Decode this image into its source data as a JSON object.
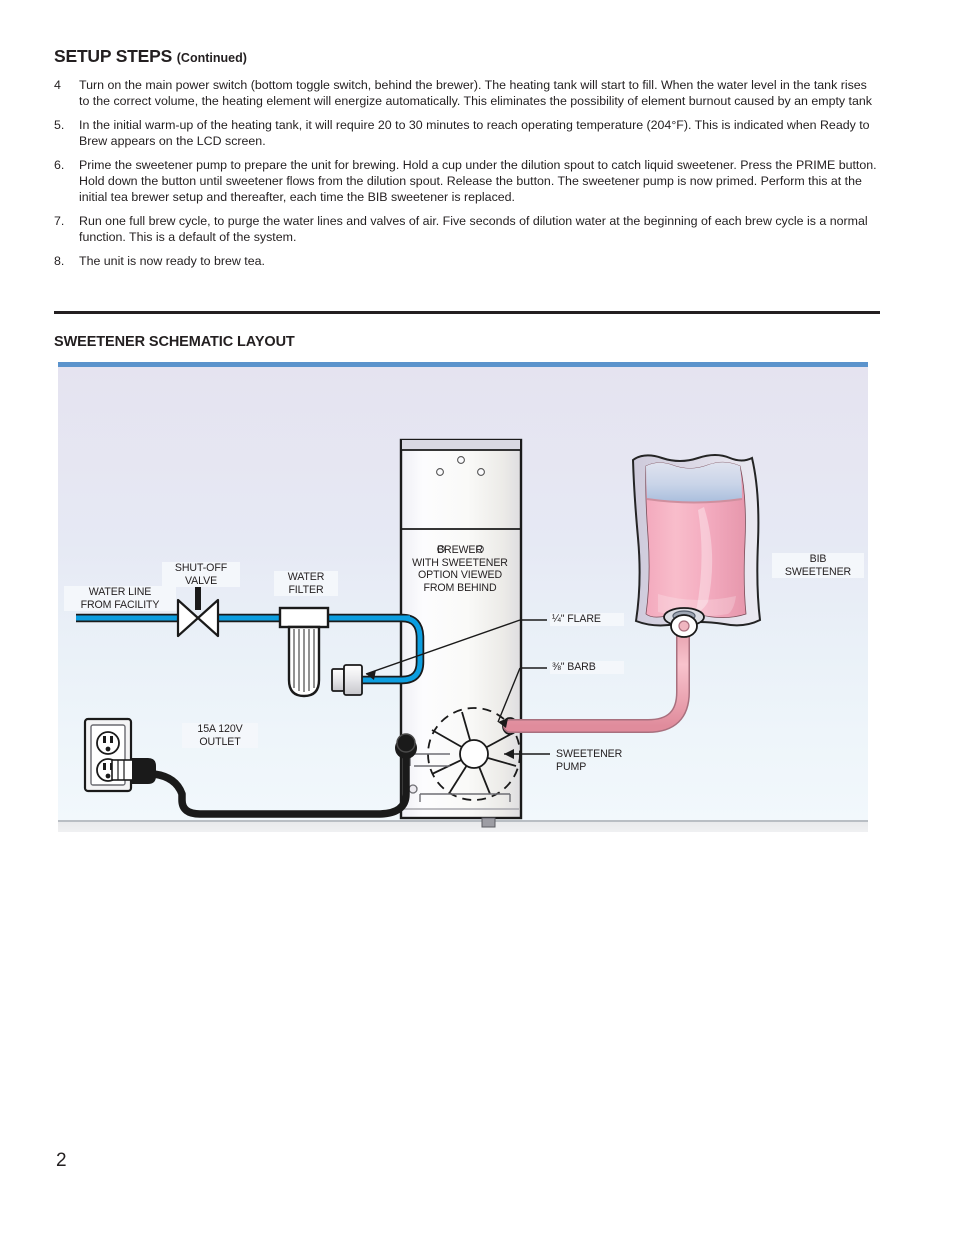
{
  "header": {
    "title": "SETUP STEPS",
    "continued": "(Continued)"
  },
  "steps": [
    {
      "num": "4",
      "text": "Turn on the main power switch (bottom toggle switch, behind the brewer). The heating tank will start to fill.  When the water level in the tank rises to the correct volume, the heating element will energize automatically. This eliminates the possibility of element burnout caused by an empty tank"
    },
    {
      "num": "5.",
      "text": "In the initial warm-up of the heating tank, it will require 20 to 30 minutes to reach operating temperature (204°F). This is indicated when Ready to Brew appears on the LCD screen."
    },
    {
      "num": "6.",
      "text": "Prime the sweetener pump to prepare the unit for brewing. Hold a cup under the dilution spout to catch liquid sweetener. Press the PRIME button. Hold down the button until sweetener flows from the dilution spout. Release the button. The sweetener pump is now primed. Perform this at the initial tea brewer setup and thereafter, each time the BIB sweetener is replaced."
    },
    {
      "num": "7.",
      "text": "Run one full brew cycle, to purge the water lines and valves of air. Five seconds of dilution water at the beginning of each brew cycle is a normal function. This is a default of the system."
    },
    {
      "num": "8.",
      "text": "The unit is now ready to brew tea."
    }
  ],
  "diagram": {
    "title": "SWEETENER SCHEMATIC LAYOUT",
    "labels": {
      "water_line": "WATER LINE\nFROM FACILITY",
      "shutoff_valve": "SHUT-OFF\nVALVE",
      "water_filter": "WATER\nFILTER",
      "brewer": "BREWER\nWITH SWEETENER\nOPTION VIEWED\nFROM BEHIND",
      "bib_sweetener": "BIB\nSWEETENER",
      "flare": "¼\" FLARE",
      "barb": "⅜\" BARB",
      "outlet": "15A 120V\nOUTLET",
      "sweetener_pump": "SWEETENER\nPUMP"
    },
    "colors": {
      "accent_bar": "#5b93cc",
      "water_pipe": "#0c9ee0",
      "sweetener_hose": "#f0b0b8",
      "sweetener_liquid": "#f4aec0",
      "outline": "#1a1a1a"
    }
  },
  "footer": {
    "page_number": "2"
  }
}
